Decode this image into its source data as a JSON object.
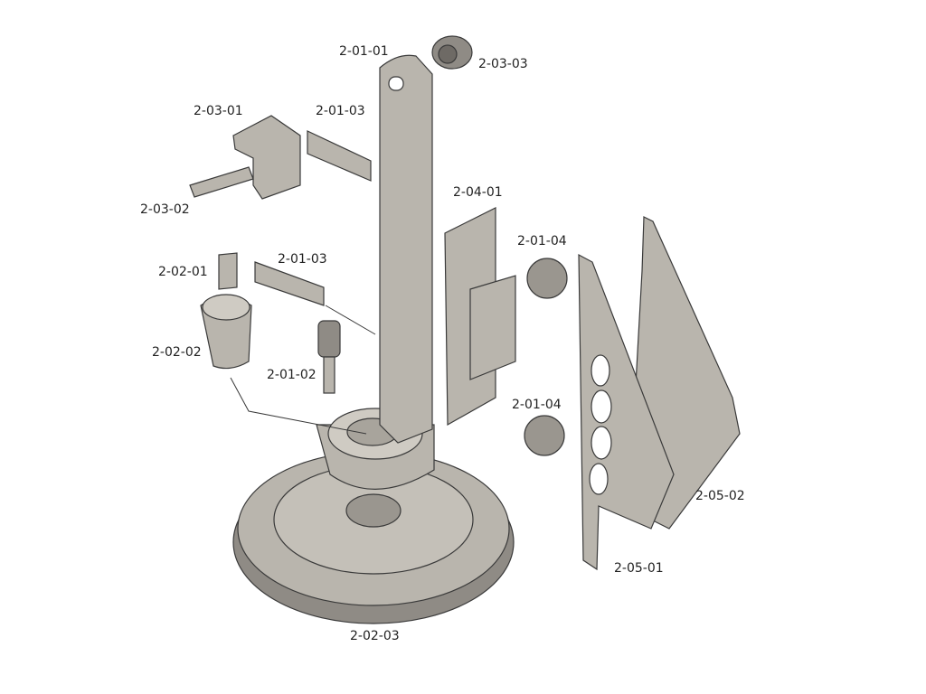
{
  "labels": {
    "column": "2-01-01",
    "bushing_top": "2-03-03",
    "clamp": "2-03-01",
    "pin_upper": "2-01-03",
    "clamp_screw": "2-03-02",
    "slider_block": "2-04-01",
    "knurled_upper": "2-01-04",
    "wedge": "2-02-01",
    "pin_lower": "2-01-03",
    "collar": "2-02-02",
    "knurled_screw": "2-01-02",
    "knurled_lower": "2-01-04",
    "plate_back": "2-05-02",
    "plate_front": "2-05-01",
    "base_disc": "2-02-03"
  },
  "colors": {
    "part_fill": "#b9b5ad",
    "part_stroke": "#3a3a3a",
    "label": "#222222"
  }
}
